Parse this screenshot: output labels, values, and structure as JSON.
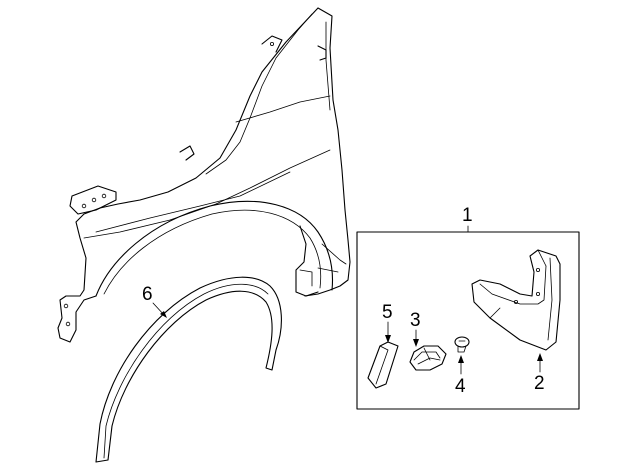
{
  "callouts": {
    "kit": "1",
    "mud_flap": "2",
    "clip": "3",
    "screw": "4",
    "molding": "5",
    "arch_molding": "6"
  }
}
